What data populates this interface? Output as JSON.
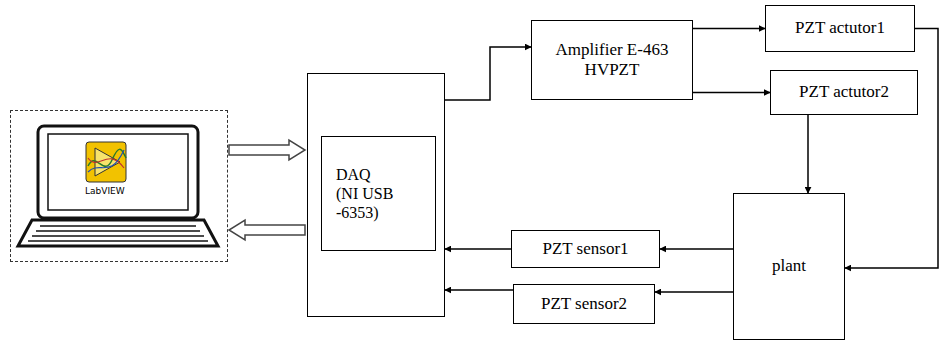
{
  "diagram": {
    "nodes": [
      {
        "text": [
          "LabVIEW"
        ]
      },
      {
        "text": []
      },
      {
        "text": [
          "DAQ (NI USB -6353)"
        ],
        "in": 1
      },
      {
        "text": [
          "Amplifier E-463 HVPZT"
        ]
      },
      {
        "text": [
          "PZT actutor1"
        ]
      },
      {
        "text": [
          "PZT actutor2"
        ]
      },
      {
        "text": [
          "PZT sensor1"
        ]
      },
      {
        "text": [
          "PZT sensor2"
        ]
      },
      {
        "text": [
          "plant"
        ]
      }
    ],
    "edges": [
      {
        "from": 0,
        "to": 1,
        "arrow": "to"
      },
      {
        "from": 1,
        "to": 0,
        "arrow": "to"
      },
      {
        "from": 1,
        "to": 3,
        "arrow": "to"
      },
      {
        "from": 3,
        "to": 4,
        "arrow": "to"
      },
      {
        "from": 3,
        "to": 5,
        "arrow": "to"
      },
      {
        "from": 4,
        "to": 8,
        "arrow": "to"
      },
      {
        "from": 5,
        "to": 8,
        "arrow": "to"
      },
      {
        "from": 8,
        "to": 6,
        "arrow": "to"
      },
      {
        "from": 8,
        "to": 7,
        "arrow": "to"
      },
      {
        "from": 6,
        "to": 1,
        "arrow": "to"
      },
      {
        "from": 7,
        "to": 1,
        "arrow": "to"
      }
    ]
  }
}
